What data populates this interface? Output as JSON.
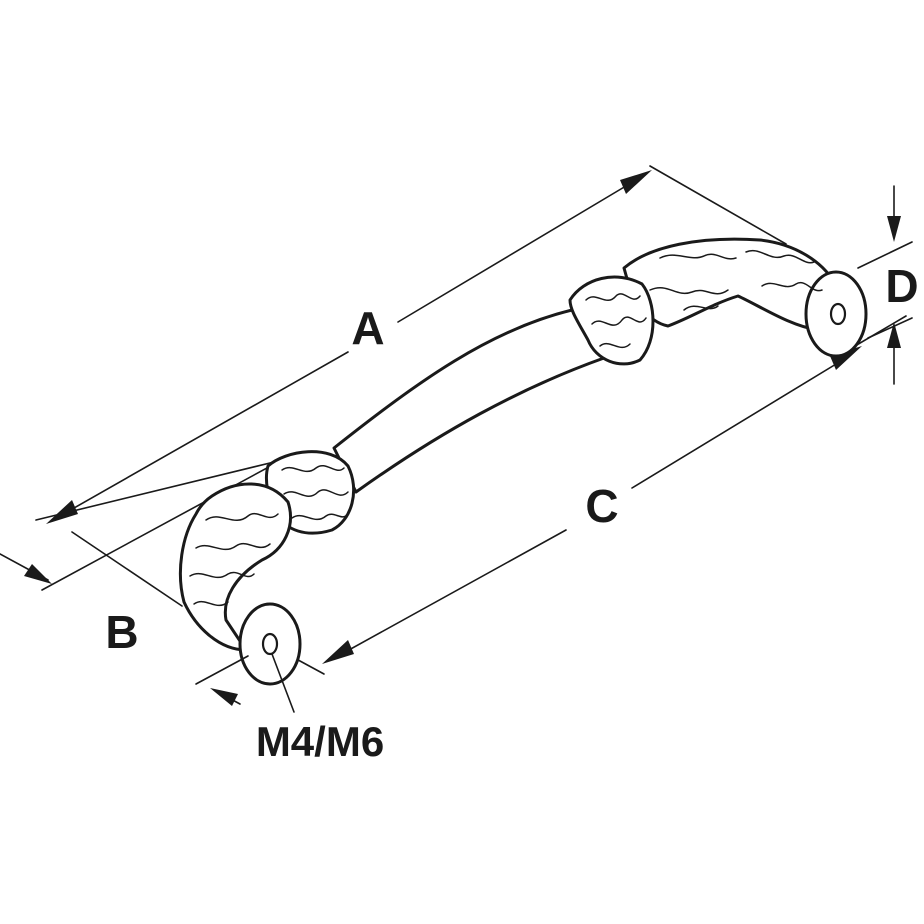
{
  "diagram": {
    "labels": {
      "a": "A",
      "b": "B",
      "c": "C",
      "d": "D",
      "thread": "M4/M6"
    }
  }
}
